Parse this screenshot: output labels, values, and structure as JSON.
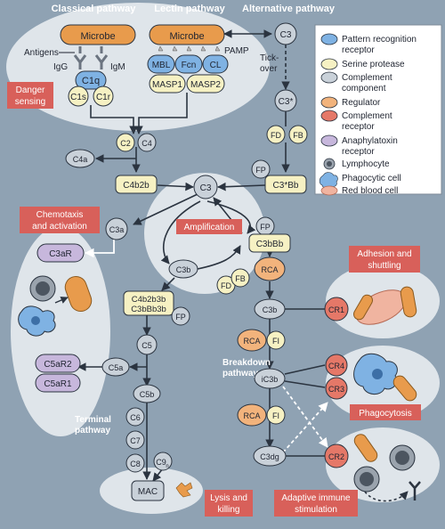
{
  "colors": {
    "background": "#8fa2b3",
    "ellipse_fill": "#dfe5ea",
    "component_gray": "#c9d1d9",
    "serine_yellow": "#f6f1c3",
    "regulator_orange": "#f2b37c",
    "receptor_red": "#e57868",
    "anaphylatoxin_purple": "#c7b7dc",
    "pattern_blue": "#7fb2e3",
    "microbe_orange": "#e89b4c",
    "label_red": "#d8605a"
  },
  "headers": {
    "classical": "Classical pathway",
    "lectin": "Lectin pathway",
    "alternative": "Alternative pathway"
  },
  "callouts": {
    "danger": [
      "Danger",
      "sensing"
    ],
    "chemotaxis": [
      "Chemotaxis",
      "and activation"
    ],
    "amplification": "Amplification",
    "adhesion": [
      "Adhesion and",
      "shuttling"
    ],
    "phagocytosis": "Phagocytosis",
    "lysis": [
      "Lysis and",
      "killing"
    ],
    "adaptive": [
      "Adaptive immune",
      "stimulation"
    ]
  },
  "annotations": {
    "antigens": "Antigens",
    "pamp": "PAMP",
    "igg": "IgG",
    "igm": "IgM",
    "tickover": [
      "Tick-",
      "over"
    ],
    "breakdown": [
      "Breakdown",
      "pathway"
    ],
    "terminal": [
      "Terminal",
      "pathway"
    ]
  },
  "nodes": {
    "microbe1": "Microbe",
    "microbe2": "Microbe",
    "c1q": "C1q",
    "c1s": "C1s",
    "c1r": "C1r",
    "mbl": "MBL",
    "fcn": "Fcn",
    "cl": "CL",
    "masp1": "MASP1",
    "masp2": "MASP2",
    "c3_top": "C3",
    "c3star": "C3*",
    "fd_top": "FD",
    "fb_top": "FB",
    "c3starbb": "C3*Bb",
    "fp_top": "FP",
    "c2": "C2",
    "c4": "C4",
    "c4a": "C4a",
    "c4b2b": "C4b2b",
    "c3_amp": "C3",
    "c3a": "C3a",
    "c3bbb": "C3bBb",
    "fp_mid": "FP",
    "c3b_mid": "C3b",
    "fd_mid": "FD",
    "fb_mid": "FB",
    "c3ar": "C3aR",
    "c5convertase": [
      "C4b2b3b",
      "C3bBb3b"
    ],
    "fp_low": "FP",
    "c5": "C5",
    "c5a": "C5a",
    "c5ar2": "C5aR2",
    "c5ar1": "C5aR1",
    "c5b": "C5b",
    "c6": "C6",
    "c7": "C7",
    "c8": "C8",
    "c9": "C9",
    "c9_sub": "n",
    "mac": "MAC",
    "rca1": "RCA",
    "c3b_right": "C3b",
    "cr1": "CR1",
    "rca2": "RCA",
    "fi1": "FI",
    "ic3b": "iC3b",
    "cr4": "CR4",
    "cr3": "CR3",
    "rca3": "RCA",
    "fi2": "FI",
    "c3dg": "C3dg",
    "cr2": "CR2"
  },
  "legend": [
    {
      "label": [
        "Pattern recognition",
        "receptor"
      ],
      "kind": "pattern"
    },
    {
      "label": [
        "Serine protease"
      ],
      "kind": "serine"
    },
    {
      "label": [
        "Complement",
        "component"
      ],
      "kind": "component"
    },
    {
      "label": [
        "Regulator"
      ],
      "kind": "regulator"
    },
    {
      "label": [
        "Complement",
        "receptor"
      ],
      "kind": "receptor"
    },
    {
      "label": [
        "Anaphylatoxin",
        "receptor"
      ],
      "kind": "anaphylatoxin"
    },
    {
      "label": [
        "Lymphocyte"
      ],
      "kind": "lymphocyte"
    },
    {
      "label": [
        "Phagocytic cell"
      ],
      "kind": "phagocyte"
    },
    {
      "label": [
        "Red blood cell"
      ],
      "kind": "rbc"
    }
  ]
}
